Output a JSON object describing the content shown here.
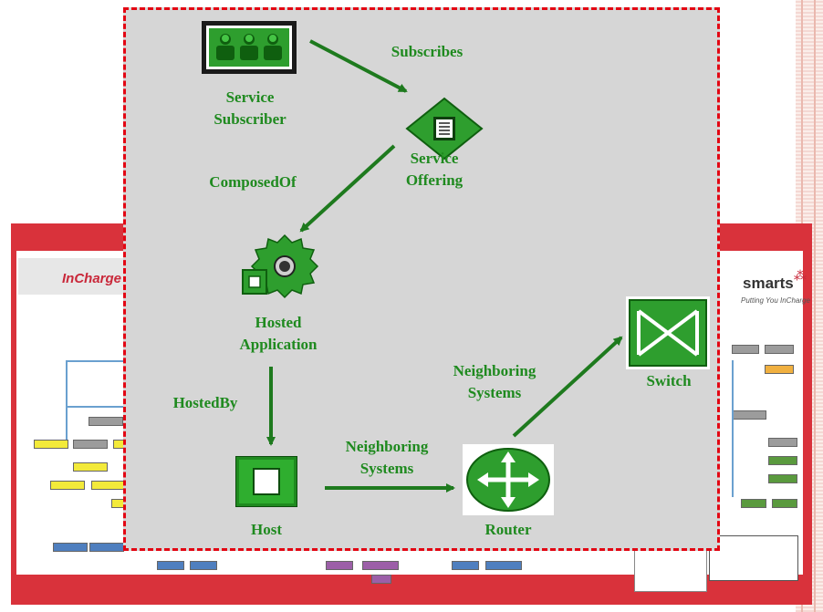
{
  "diagram": {
    "nodes": {
      "service_subscriber": "Service\nSubscriber",
      "service_offering": "Service\nOffering",
      "hosted_application": "Hosted\nApplication",
      "host": "Host",
      "router": "Router",
      "switch": "Switch"
    },
    "edges": {
      "subscribes": "Subscribes",
      "composed_of": "ComposedOf",
      "hosted_by": "HostedBy",
      "neighboring_host_router": "Neighboring\nSystems",
      "neighboring_router_switch": "Neighboring\nSystems"
    }
  },
  "poster": {
    "brand_left": "InCharge",
    "brand_right": "smarts",
    "tagline": "Putting You InCharge"
  },
  "colors": {
    "label_green": "#1f8a1f",
    "arrow_green": "#1e7a1e",
    "frame_red": "#e30613",
    "poster_red": "#d9323b"
  }
}
